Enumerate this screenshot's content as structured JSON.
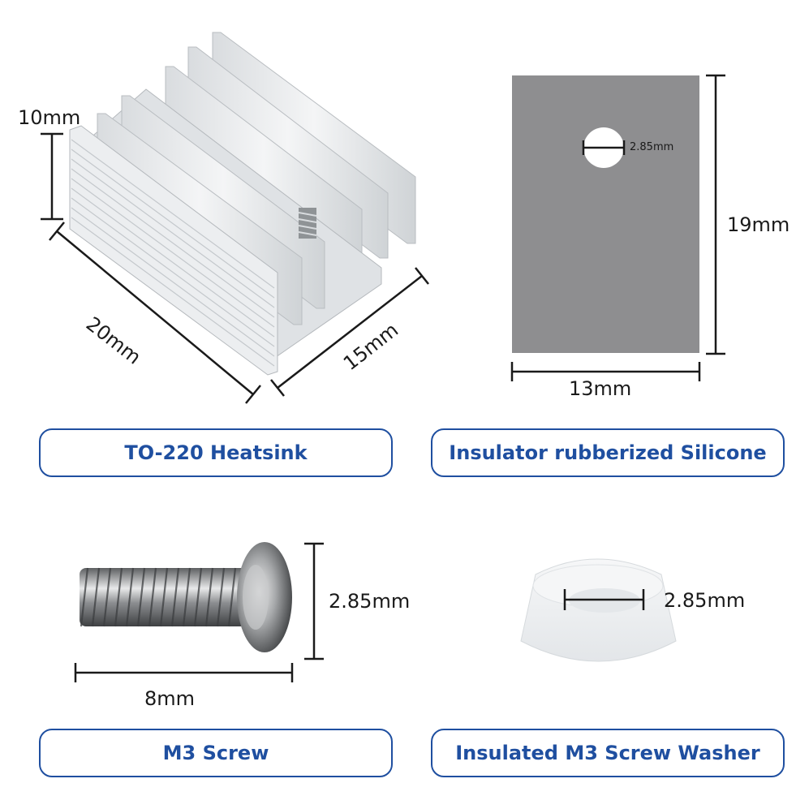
{
  "heatsink": {
    "label": "TO-220 Heatsink",
    "height_dim": "10mm",
    "length_dim": "20mm",
    "depth_dim": "15mm"
  },
  "insulator": {
    "label": "Insulator rubberized Silicone",
    "hole_dim": "2.85mm",
    "height_dim": "19mm",
    "width_dim": "13mm"
  },
  "screw": {
    "label": "M3 Screw",
    "head_dim": "2.85mm",
    "length_dim": "8mm"
  },
  "washer": {
    "label": "Insulated M3 Screw Washer",
    "hole_dim": "2.85mm"
  },
  "colors": {
    "label_blue": "#1f4fa0",
    "pad_gray": "#8e8e90",
    "aluminum": "#e6e8ea"
  }
}
